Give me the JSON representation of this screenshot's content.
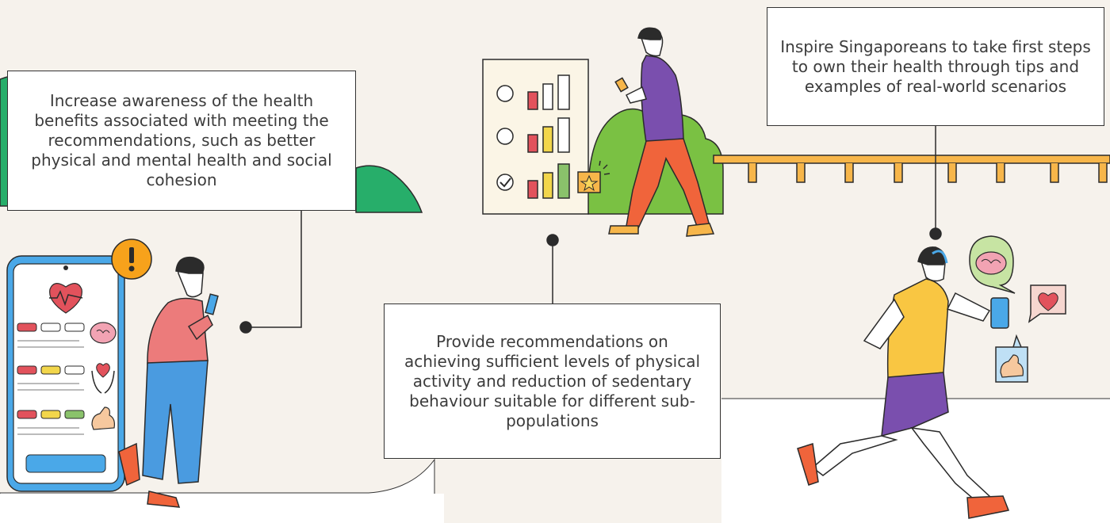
{
  "colors": {
    "background": "#f6f2ec",
    "paper": "#ffffff",
    "green_bush": "#27ae6a",
    "light_green": "#7ac143",
    "fence": "#f7b64a",
    "orange_alert": "#f7a21b",
    "phone_blue": "#4aa8e8",
    "red_bar": "#e2525c",
    "yellow_bar": "#f2d64b",
    "green_bar": "#8ac26b",
    "shirt_pink": "#ec7b7b",
    "jeans_blue": "#4a9be0",
    "shirt_purple": "#7a4fae",
    "pants_orange": "#f0643b",
    "tee_yellow": "#f9c642",
    "shorts_purple": "#7a4fae",
    "outline": "#2b2b2b"
  },
  "callouts": {
    "awareness": "Increase awareness of the health benefits associated with meeting the recommendations, such as better physical and mental health and social cohesion",
    "recommendations": "Provide recommendations on achieving sufficient levels of physical activity and reduction of sedentary behaviour suitable for different sub-populations",
    "inspire": "Inspire Singaporeans to take first steps to own their health through tips and examples of real-world scenarios"
  },
  "icons": [
    "alert-icon",
    "heart-pulse-icon",
    "brain-icon",
    "heart-in-hands-icon",
    "flexed-arm-icon",
    "star-badge-icon",
    "check-icon",
    "headphones-icon",
    "smartphone-icon"
  ]
}
